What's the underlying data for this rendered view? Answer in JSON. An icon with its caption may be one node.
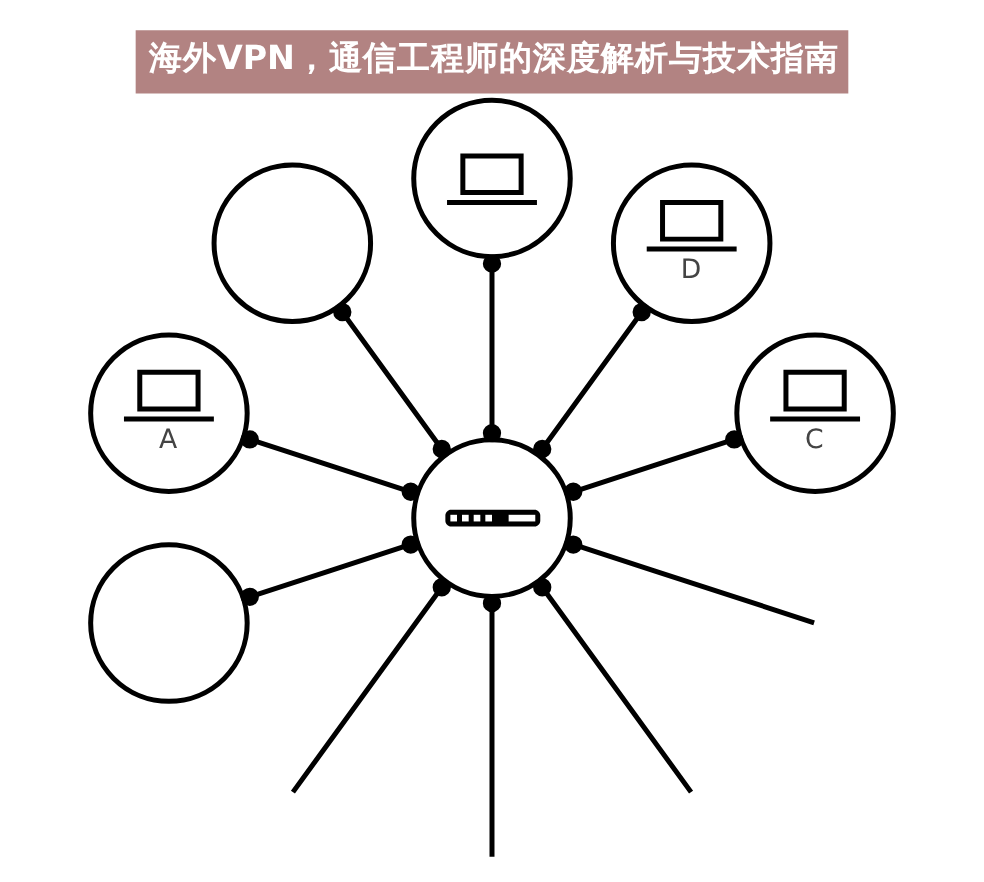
{
  "diagram": {
    "title": "海外VPN，通信工程师的深度解析与技术指南",
    "nodes": [
      {
        "text": [
          "C"
        ]
      },
      {
        "text": [
          "D"
        ]
      },
      {
        "text": [],
        "shape": "picture"
      },
      {
        "text": [],
        "shape": "circle"
      },
      {
        "text": [
          "A"
        ]
      },
      {
        "text": [],
        "shape": "picture"
      },
      {
        "text": [],
        "shape": "circle"
      }
    ],
    "edges": [
      {
        "from": 5,
        "to": 2,
        "arrow": "other"
      },
      {
        "from": 5,
        "to": 0,
        "arrow": "other"
      },
      {
        "from": 5,
        "to": 1,
        "arrow": "other"
      },
      {
        "from": 5,
        "to": 3,
        "arrow": "other"
      },
      {
        "from": 5,
        "to": 4,
        "arrow": "other"
      },
      {
        "from": 5,
        "to": null,
        "arrow": "other"
      },
      {
        "from": 5,
        "to": 6,
        "arrow": "other"
      },
      {
        "from": 5,
        "to": null,
        "arrow": "other"
      },
      {
        "from": 5,
        "to": null,
        "arrow": "other"
      },
      {
        "from": 5,
        "to": null,
        "arrow": "other"
      }
    ]
  }
}
